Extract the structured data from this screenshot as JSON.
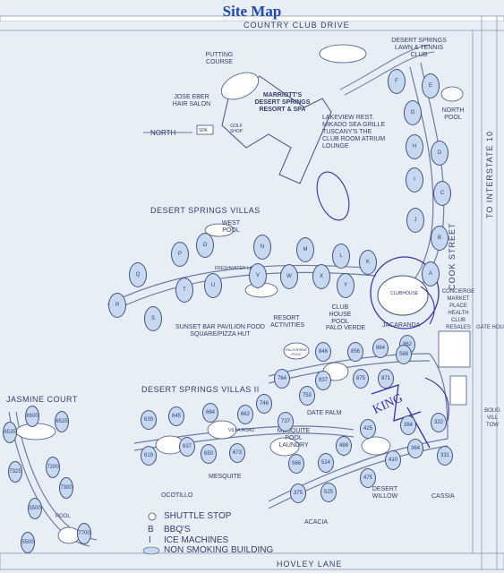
{
  "title": "Site Map",
  "streets": {
    "top": "COUNTRY CLUB DRIVE",
    "bottom": "HOVLEY LANE",
    "right": "COOK STREET",
    "right_far": "TO INTERSTATE 10"
  },
  "areas": {
    "villas": "DESERT SPRINGS VILLAS",
    "villas2": "DESERT SPRINGS VILLAS II",
    "jasmine": "JASMINE COURT"
  },
  "labels": {
    "putting": "PUTTING COURSE",
    "hotel": "MARRIOTT'S DESERT SPRINGS RESORT & SPA",
    "salon": "JOSE EBER HAIR SALON",
    "north": "NORTH",
    "lakeview": "LAKEVIEW REST. MIKADO SEA GRILLE TUSCANY'S THE CLUB ROOM ATRIUM LOUNGE",
    "tennis": "DESERT SPRINGS LAWN & TENNIS CLUB",
    "north_pool": "NORTH POOL",
    "west_pool": "WEST POOL",
    "clubhouse_pool": "CLUB HOUSE POOL",
    "concierge": "CONCIERGE MARKET PLACE HEALTH CLUB RESALES",
    "sunset": "SUNSET BAR PAVILION FOOD SQUARE/PIZZA HUT",
    "resort_activities": "RESORT ACTIVITIES",
    "palo_verde": "PALO VERDE",
    "jacaranda": "JACARANDA",
    "gate_house": "GATE HOUSE",
    "date_palm": "DATE PALM",
    "mesquite_pool": "MESQUITE POOL LAUNDRY",
    "ocotillo": "OCOTILLO",
    "mesquite": "MESQUITE",
    "acacia": "ACACIA",
    "desert_willow": "DESERT WILLOW",
    "cassia": "CASSIA",
    "bougainvillea": "BOUG VILL TOW",
    "pool": "POOL",
    "golf_shop": "GOLF SHOP",
    "spa": "SPA",
    "paloverde_pool": "PALOVERDE POOL",
    "clubhouse": "CLUBHOUSE"
  },
  "roads": {
    "freshwater": "FRESHWATER LANE",
    "villa_road": "VILLA ROAD"
  },
  "legend": {
    "shuttle": "SHUTTLE STOP",
    "bbq": "BBQ'S",
    "ice": "ICE MACHINES",
    "nonsmoking": "NON SMOKING BUILDING"
  },
  "villas_buildings": [
    "A",
    "B",
    "C",
    "D",
    "E",
    "F",
    "G",
    "H",
    "I",
    "J",
    "K",
    "L",
    "M",
    "N",
    "O",
    "P",
    "Q",
    "R",
    "S",
    "T",
    "U",
    "V",
    "W",
    "X",
    "Y"
  ],
  "villas2_buildings": [
    "639",
    "645",
    "664",
    "662",
    "737",
    "746",
    "764",
    "753",
    "837",
    "846",
    "856",
    "875",
    "864",
    "862",
    "871",
    "588",
    "619",
    "637",
    "650",
    "673",
    "566",
    "524",
    "375",
    "525",
    "475",
    "488",
    "425",
    "410",
    "384",
    "322",
    "331",
    "364"
  ],
  "jasmine_buildings": [
    "6500",
    "6535",
    "6525",
    "7325",
    "7200",
    "7300",
    "5500",
    "5500",
    "7700"
  ],
  "handwriting": "KING"
}
